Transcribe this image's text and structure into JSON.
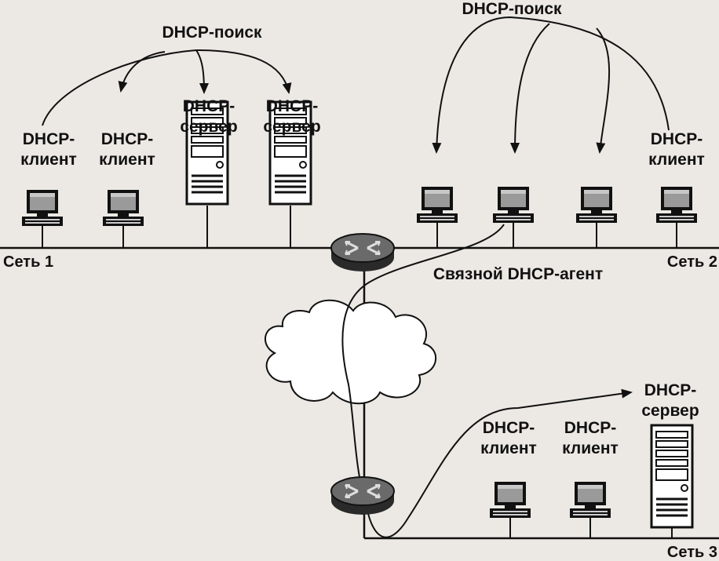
{
  "diagram": {
    "discover_label_1": "DHCP-поиск",
    "discover_label_2": "DHCP-поиск",
    "relay_agent_label": "Связной DHCP-агент",
    "networks": {
      "net1": "Сеть 1",
      "net2": "Сеть 2",
      "net3": "Сеть 3"
    },
    "nodes": {
      "net1_client_a": [
        "DHCP-",
        "клиент"
      ],
      "net1_client_b": [
        "DHCP-",
        "клиент"
      ],
      "net1_server_a": [
        "DHCP-",
        "сервер"
      ],
      "net1_server_b": [
        "DHCP-",
        "сервер"
      ],
      "net2_client": [
        "DHCP-",
        "клиент"
      ],
      "net3_client_a": [
        "DHCP-",
        "клиент"
      ],
      "net3_client_b": [
        "DHCP-",
        "клиент"
      ],
      "net3_server": [
        "DHCP-",
        "сервер"
      ]
    }
  },
  "colors": {
    "background": "#ece9e4",
    "ink": "#111111",
    "router": "#555555",
    "cloud": "#ffffff"
  }
}
